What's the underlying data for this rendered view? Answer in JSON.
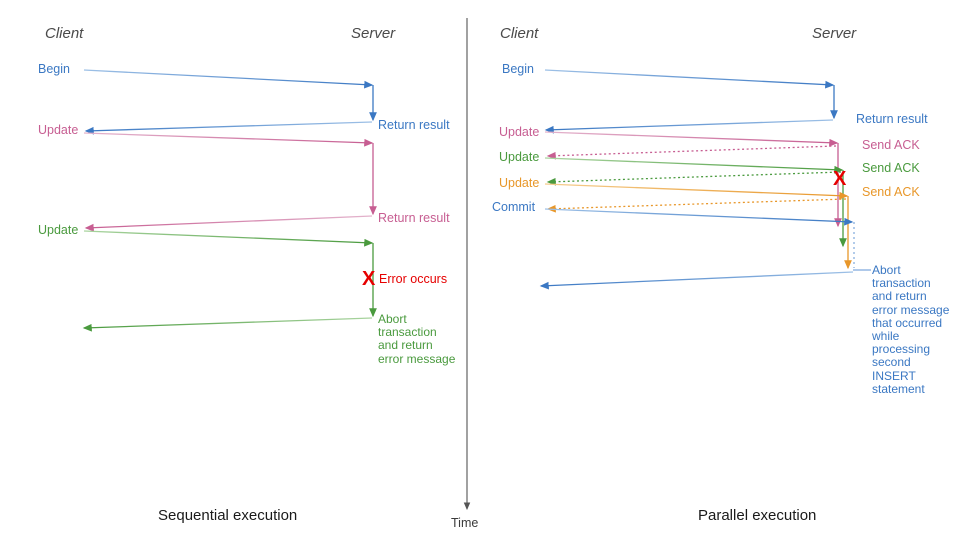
{
  "diagram": {
    "title_axis_label": "Time",
    "panels": [
      {
        "id": "sequential",
        "caption": "Sequential execution",
        "client_label": "Client",
        "server_label": "Server",
        "messages": [
          {
            "label": "Begin",
            "color": "#3b78c3",
            "side": "client"
          },
          {
            "label": "Return result",
            "color": "#3b78c3",
            "side": "server"
          },
          {
            "label": "Update",
            "color": "#c75e92",
            "side": "client"
          },
          {
            "label": "Return result",
            "color": "#c75e92",
            "side": "server"
          },
          {
            "label": "Update",
            "color": "#4a9a3e",
            "side": "client"
          },
          {
            "label": "Error occurs",
            "color": "#e60000",
            "side": "server"
          },
          {
            "label": "Abort\ntransaction\nand return\nerror message",
            "color": "#4a9a3e",
            "side": "server"
          }
        ]
      },
      {
        "id": "parallel",
        "caption": "Parallel execution",
        "client_label": "Client",
        "server_label": "Server",
        "messages": [
          {
            "label": "Begin",
            "color": "#3b78c3",
            "side": "client"
          },
          {
            "label": "Return result",
            "color": "#3b78c3",
            "side": "server"
          },
          {
            "label": "Update",
            "color": "#c75e92",
            "side": "client"
          },
          {
            "label": "Send ACK",
            "color": "#c75e92",
            "side": "server"
          },
          {
            "label": "Update",
            "color": "#4a9a3e",
            "side": "client"
          },
          {
            "label": "Send ACK",
            "color": "#4a9a3e",
            "side": "server"
          },
          {
            "label": "Update",
            "color": "#e8972a",
            "side": "client"
          },
          {
            "label": "Send ACK",
            "color": "#e8972a",
            "side": "server"
          },
          {
            "label": "Commit",
            "color": "#3b78c3",
            "side": "client"
          },
          {
            "label": "Abort\ntransaction\nand return\nerror message\nthat occurred\nwhile\nprocessing\nsecond\nINSERT\nstatement",
            "color": "#3b78c3",
            "side": "server"
          }
        ]
      }
    ],
    "error_marker": "X",
    "colors": {
      "blue": "#3b78c3",
      "pink": "#c75e92",
      "green": "#4a9a3e",
      "orange": "#e8972a",
      "red": "#e60000",
      "actor_gray": "#4a4a4a",
      "divider": "#555555"
    }
  },
  "left": {
    "actor_client": "Client",
    "actor_server": "Server",
    "m_begin": "Begin",
    "m_return1": "Return result",
    "m_update1": "Update",
    "m_return2": "Return result",
    "m_update2": "Update",
    "m_error": "Error occurs",
    "m_abort": "Abort\ntransaction\nand return\nerror message",
    "caption": "Sequential execution"
  },
  "right": {
    "actor_client": "Client",
    "actor_server": "Server",
    "m_begin": "Begin",
    "m_return1": "Return result",
    "m_update1": "Update",
    "m_ack1": "Send ACK",
    "m_update2": "Update",
    "m_ack2": "Send ACK",
    "m_update3": "Update",
    "m_ack3": "Send ACK",
    "m_commit": "Commit",
    "m_abort": "Abort\ntransaction\nand return\nerror message\nthat occurred\nwhile\nprocessing\nsecond\nINSERT\nstatement",
    "caption": "Parallel execution"
  },
  "axis": {
    "time_label": "Time"
  },
  "marks": {
    "error_x_left": "X",
    "error_x_right": "X"
  }
}
